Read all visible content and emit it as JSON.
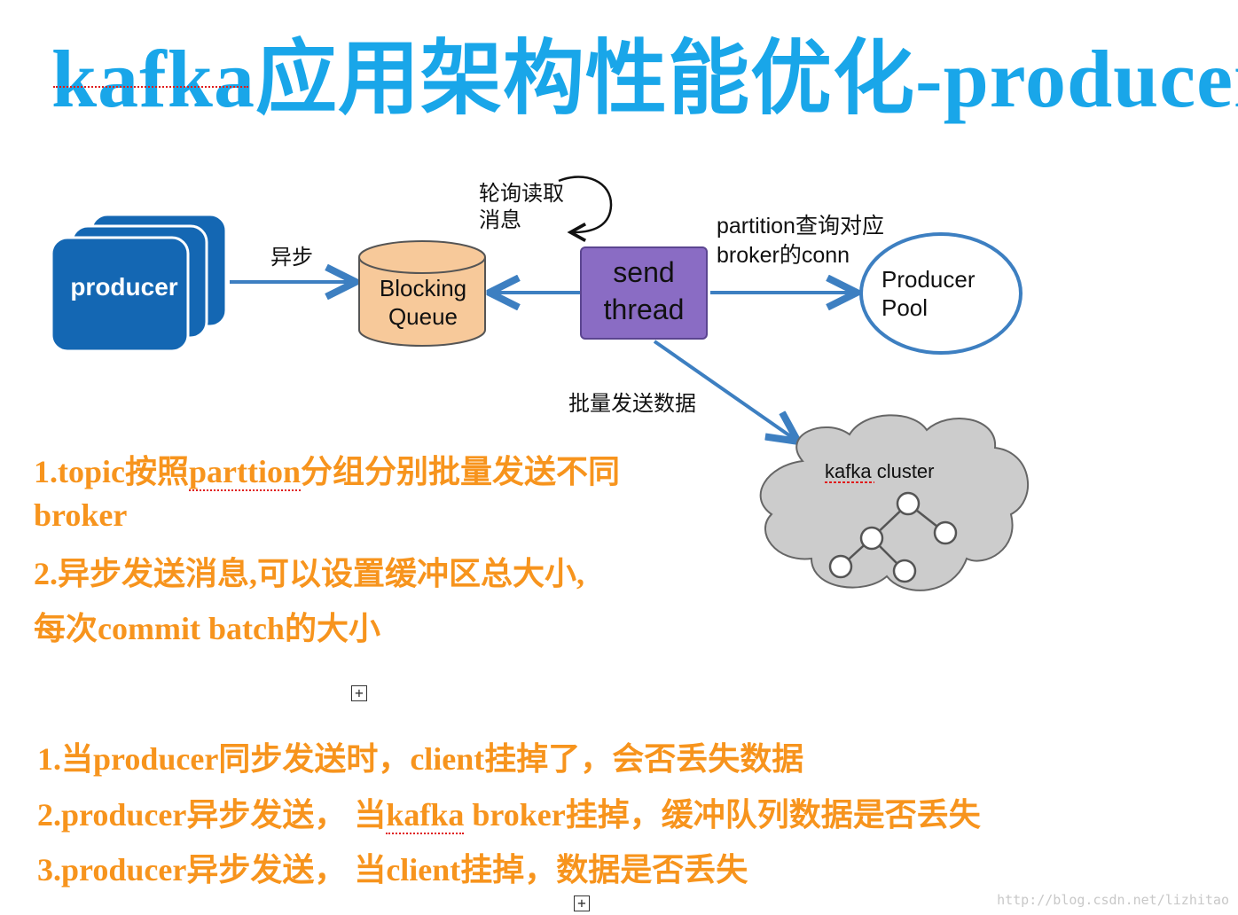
{
  "title": {
    "prefix": "kafka",
    "rest": "应用架构性能优化-producer"
  },
  "diagram": {
    "producer_label": "producer",
    "async_label": "异步",
    "queue_label_line1": "Blocking",
    "queue_label_line2": "Queue",
    "poll_label_line1": "轮询读取",
    "poll_label_line2": "消息",
    "send_label_line1": "send",
    "send_label_line2": "thread",
    "partition_label_line1": "partition查询对应",
    "partition_label_line2": "broker的conn",
    "pool_label_line1": "Producer",
    "pool_label_line2": "Pool",
    "batch_label": "批量发送数据",
    "cluster_label": "kafka cluster"
  },
  "notes1": {
    "line1_prefix": "1.topic按照",
    "line1_underlined": "parttion",
    "line1_suffix": "分组分别批量发送不同",
    "line2": "broker",
    "line3": "2.异步发送消息,可以设置缓冲区总大小,",
    "line4": "每次commit batch的大小"
  },
  "plus_symbol": "+",
  "notes2": {
    "line1": "1.当producer同步发送时，client挂掉了，会否丢失数据",
    "line2_prefix": "2.producer异步发送，  当",
    "line2_underlined": "kafka",
    "line2_suffix": " broker挂掉，缓冲队列数据是否丢失",
    "line3": "3.producer异步发送，  当client挂掉，数据是否丢失"
  },
  "watermark": "http://blog.csdn.net/lizhitao",
  "colors": {
    "title": "#19a6e9",
    "producer": "#1467b3",
    "queue": "#f7c99a",
    "send_thread": "#8a6cc4",
    "arrow": "#3d7fc1",
    "cloud": "#cccccc",
    "notes": "#f7941d"
  }
}
